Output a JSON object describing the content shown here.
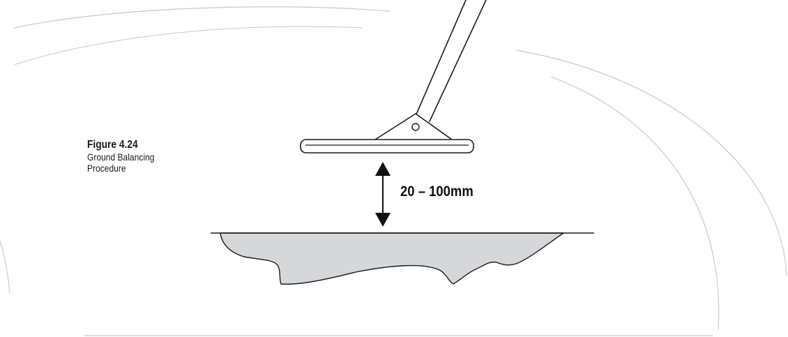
{
  "figure": {
    "number": "Figure 4.24",
    "caption_lines": [
      "Ground Balancing",
      "Procedure"
    ]
  },
  "diagram": {
    "height_label": "20 – 100mm"
  },
  "colors": {
    "line": "#1a1a1a",
    "ground_fill": "#d6d7d9",
    "decorative_swoosh": "#c9c9c9",
    "rule": "#bdbdbd"
  }
}
